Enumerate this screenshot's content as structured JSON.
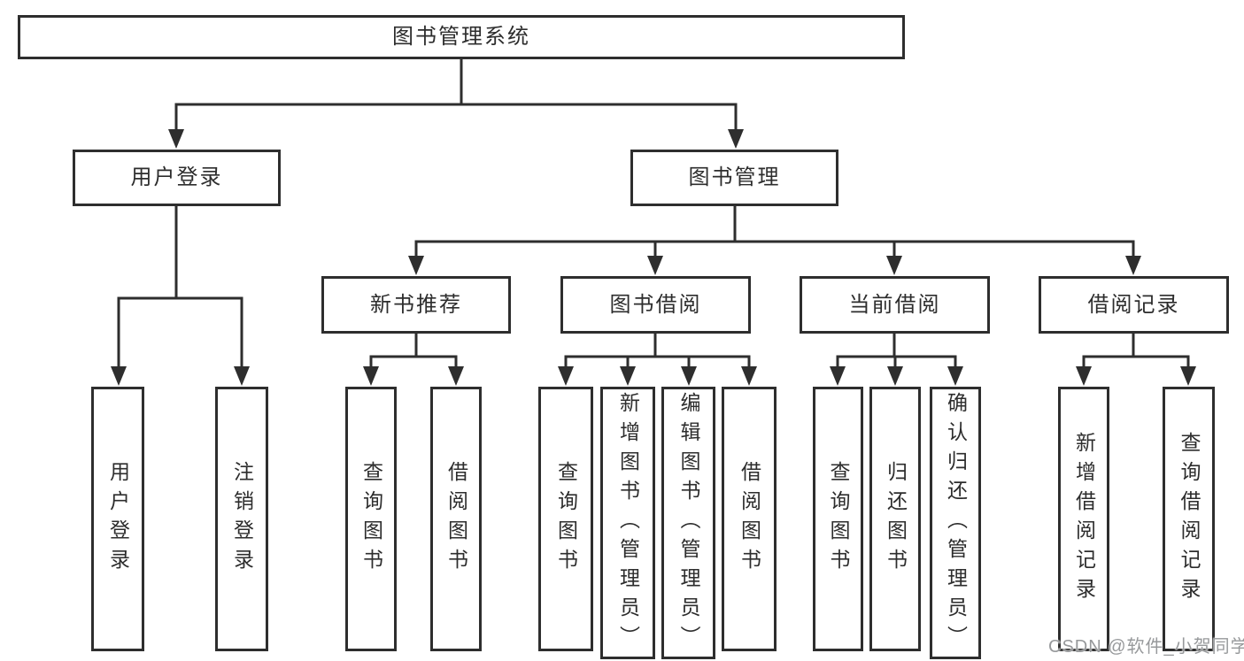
{
  "tree": {
    "root": {
      "label": "图书管理系统"
    },
    "branches": [
      {
        "label": "用户登录",
        "children": [
          {
            "label": "用户登录"
          },
          {
            "label": "注销登录"
          }
        ]
      },
      {
        "label": "图书管理",
        "sections": [
          {
            "label": "新书推荐",
            "children": [
              {
                "label": "查询图书"
              },
              {
                "label": "借阅图书"
              }
            ]
          },
          {
            "label": "图书借阅",
            "children": [
              {
                "label": "查询图书"
              },
              {
                "label": "新增图书（管理员）"
              },
              {
                "label": "编辑图书（管理员）"
              },
              {
                "label": "借阅图书"
              }
            ]
          },
          {
            "label": "当前借阅",
            "children": [
              {
                "label": "查询图书"
              },
              {
                "label": "归还图书"
              },
              {
                "label": "确认归还（管理员）"
              }
            ]
          },
          {
            "label": "借阅记录",
            "children": [
              {
                "label": "新增借阅记录"
              },
              {
                "label": "查询借阅记录"
              }
            ]
          }
        ]
      }
    ]
  },
  "watermark": {
    "text": "CSDN @软件_小贺同学"
  },
  "colors": {
    "line": "#2e2e2e",
    "border": "#2e2e2e",
    "text": "#2d2d2d",
    "watermark": "#97999b",
    "background": "#ffffff"
  }
}
